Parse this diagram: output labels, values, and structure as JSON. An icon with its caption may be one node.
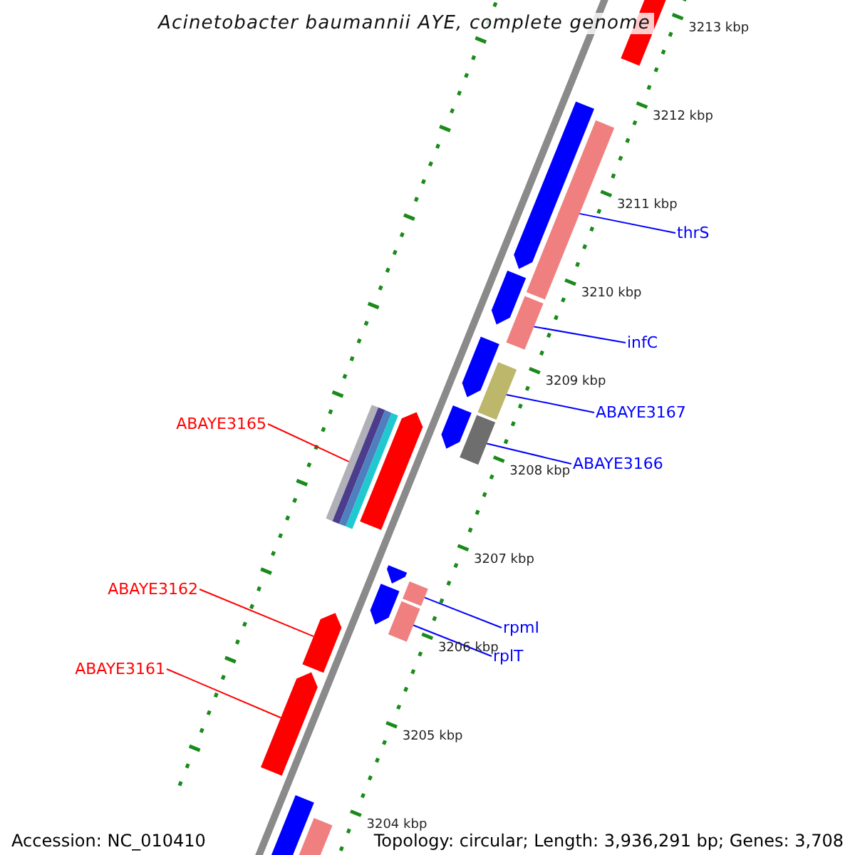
{
  "diagram": {
    "title": "Acinetobacter baumannii AYE, complete genome",
    "nodes": [
      {
        "text": [
          "thrS"
        ]
      },
      {
        "text": [
          "infC"
        ]
      },
      {
        "text": [
          "ABAYE3167"
        ]
      },
      {
        "text": [
          "ABAYE3165"
        ]
      },
      {
        "text": [
          "ABAYE3166"
        ]
      },
      {
        "text": [
          "ABAYE3162"
        ]
      },
      {
        "text": [
          "rpmI"
        ]
      },
      {
        "text": [
          "rplT"
        ]
      },
      {
        "text": [
          "ABAYE3161"
        ]
      },
      {
        "text": [],
        "shape": "bar"
      },
      {
        "text": [],
        "shape": "bar"
      },
      {
        "text": [],
        "shape": "bar"
      },
      {
        "text": [],
        "shape": "bar"
      },
      {
        "text": [],
        "shape": "bar"
      },
      {
        "text": [],
        "shape": "bar"
      },
      {
        "text": [],
        "shape": "bar"
      },
      {
        "text": [],
        "shape": "bar"
      },
      {
        "text": [],
        "shape": "bar"
      },
      {
        "text": [],
        "shape": "bar"
      },
      {
        "text": [],
        "shape": "bar"
      },
      {
        "text": [],
        "shape": "bar"
      },
      {
        "text": [],
        "shape": "bar"
      },
      {
        "text": [],
        "shape": "bar"
      },
      {
        "text": [],
        "shape": "bar"
      },
      {
        "text": [],
        "shape": "bar"
      },
      {
        "text": [],
        "shape": "bar"
      },
      {
        "text": [],
        "shape": "bar"
      },
      {
        "text": [],
        "shape": "bar"
      }
    ],
    "edges": [
      {
        "from": 0,
        "to": 11,
        "arrow": "none"
      },
      {
        "from": 1,
        "to": 13,
        "arrow": "none"
      },
      {
        "from": 2,
        "to": 15,
        "arrow": "none"
      },
      {
        "from": 3,
        "to": 18,
        "arrow": "none",
        "color": "#ff0000"
      },
      {
        "from": 4,
        "to": 17,
        "arrow": "none"
      },
      {
        "from": 5,
        "to": 24,
        "arrow": "none",
        "color": "#ff0000"
      },
      {
        "from": 6,
        "to": 21,
        "arrow": "none"
      },
      {
        "from": 7,
        "to": 23,
        "arrow": "none"
      },
      {
        "from": 8,
        "to": 25,
        "arrow": "none",
        "color": "#ff0000"
      }
    ],
    "labels": [
      "3213 kbp",
      "3212 kbp",
      "3211 kbp",
      "3210 kbp",
      "3209 kbp",
      "3208 kbp",
      "3207 kbp",
      "3206 kbp",
      "3205 kbp",
      "3204 kbp",
      "Accession: NC_010410",
      "Topology: circular; Length: 3,936,291 bp; Genes: 3,708"
    ]
  }
}
